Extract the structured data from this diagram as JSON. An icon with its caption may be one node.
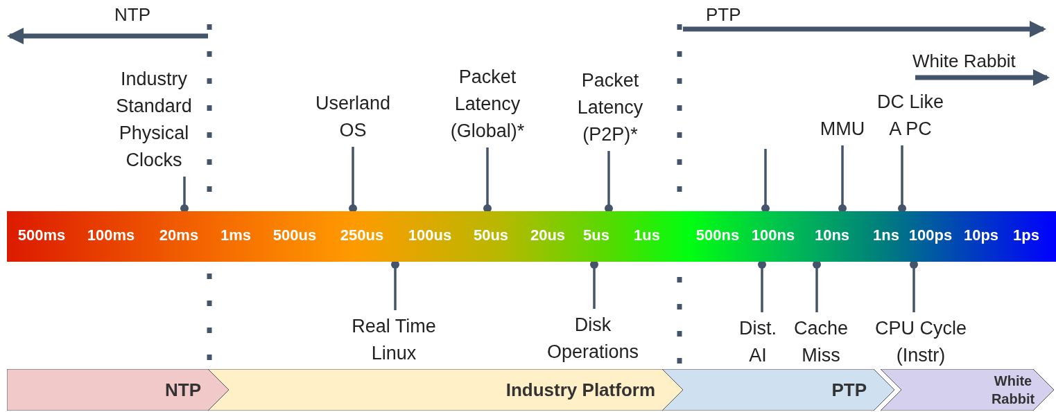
{
  "diagram": {
    "nodes": [
      {
        "text": [],
        "shape": "bar"
      },
      {
        "text": [
          "Industry Standard Physical Clocks"
        ]
      },
      {
        "text": [
          "Userland OS"
        ]
      },
      {
        "text": [
          "Packet Latency (Global)*"
        ]
      },
      {
        "text": [
          "Packet Latency (P2P)*"
        ]
      },
      {
        "text": [
          "MMU"
        ]
      },
      {
        "text": [
          "DC Like A PC"
        ]
      },
      {
        "text": [
          "Real Time Linux"
        ]
      },
      {
        "text": [
          "Disk Operations"
        ]
      },
      {
        "text": [
          "Dist. AI"
        ]
      },
      {
        "text": [
          "Cache Miss"
        ]
      },
      {
        "text": [
          "CPU Cycle (Instr)"
        ]
      },
      {
        "text": [
          "NTP"
        ]
      },
      {
        "text": [
          "Industry Platform"
        ]
      },
      {
        "text": [
          "PTP"
        ]
      },
      {
        "text": [
          "White Rabbit"
        ]
      }
    ],
    "edges": [
      {
        "from": 1,
        "to": 0,
        "arrow": "other"
      },
      {
        "from": 2,
        "to": 0,
        "arrow": "other"
      },
      {
        "from": 3,
        "to": 0,
        "arrow": "other"
      },
      {
        "from": 4,
        "to": 0,
        "arrow": "other"
      },
      {
        "from": null,
        "to": 0,
        "arrow": "other"
      },
      {
        "from": 5,
        "to": 0,
        "arrow": "other"
      },
      {
        "from": 6,
        "to": 0,
        "arrow": "other"
      },
      {
        "from": 7,
        "to": 0,
        "arrow": "other"
      },
      {
        "from": 8,
        "to": 0,
        "arrow": "other"
      },
      {
        "from": 9,
        "to": 0,
        "arrow": "other"
      },
      {
        "from": 10,
        "to": 0,
        "arrow": "other"
      },
      {
        "from": 11,
        "to": 0,
        "arrow": "other"
      }
    ],
    "labels": [
      "NTP",
      "PTP",
      "White Rabbit",
      "500ms",
      "100ms",
      "20ms",
      "1ms",
      "500us",
      "250us",
      "100us",
      "50us",
      "20us",
      "5us",
      "1us",
      "500ns",
      "100ns",
      "10ns",
      "1ns",
      "100ps",
      "10ps",
      "1ps"
    ]
  }
}
